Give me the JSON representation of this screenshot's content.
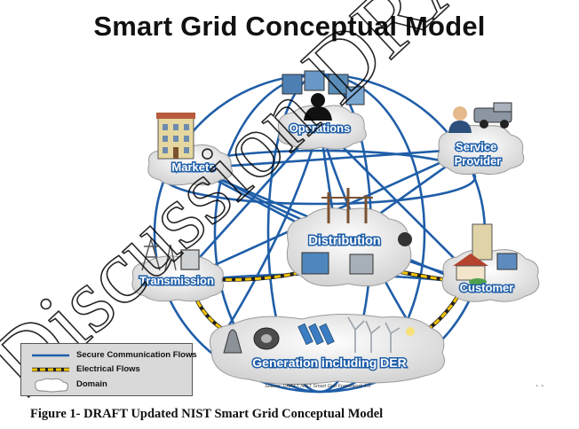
{
  "title": "Smart Grid Conceptual Model",
  "watermark": "Discussion DRAFT",
  "domains": [
    {
      "id": "operations",
      "label": "Operations",
      "icon": "control-room-icon"
    },
    {
      "id": "service-provider",
      "label_lines": [
        "Service",
        "Provider"
      ],
      "icon": "technician-truck-icon"
    },
    {
      "id": "markets",
      "label": "Markets",
      "icon": "building-icon"
    },
    {
      "id": "distribution",
      "label": "Distribution",
      "icon": "substation-icon"
    },
    {
      "id": "customer",
      "label": "Customer",
      "icon": "houses-icon"
    },
    {
      "id": "transmission",
      "label": "Transmission",
      "icon": "transmission-tower-icon"
    },
    {
      "id": "generation",
      "label": "Generation including DER",
      "icon": "power-plant-icon"
    }
  ],
  "legend": {
    "items": [
      {
        "label": "Secure Communication Flows",
        "symbol": "blue-line"
      },
      {
        "label": "Electrical Flows",
        "symbol": "yellow-dashed-line"
      },
      {
        "label": "Domain",
        "symbol": "cloud"
      }
    ]
  },
  "source_note": "Source:  DRAFT NIST Smart Grid Framework 4.0",
  "ticks": "` `",
  "caption": "Figure 1- DRAFT Updated NIST Smart Grid Conceptual Model",
  "colors": {
    "communication": "#1f5ea8",
    "electrical": "#f2c400",
    "cloud": "#ececec",
    "label_outline": "#1f5ea8",
    "watermark": "#000000"
  }
}
